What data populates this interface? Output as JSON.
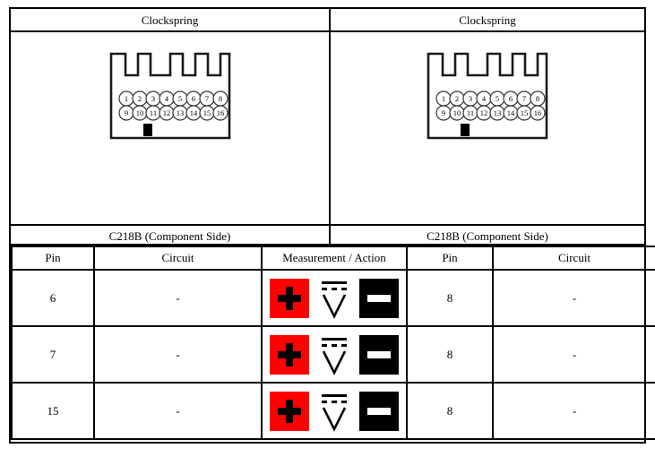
{
  "sheet": {
    "top_sections": [
      {
        "title": "Clockspring",
        "caption": "C218B (Component Side)",
        "connector": {
          "pins_top": [
            "1",
            "2",
            "3",
            "4",
            "5",
            "6",
            "7",
            "8"
          ],
          "pins_bottom": [
            "9",
            "10",
            "11",
            "12",
            "13",
            "14",
            "15",
            "16"
          ]
        }
      },
      {
        "title": "Clockspring",
        "caption": "C218B (Component Side)",
        "connector": {
          "pins_top": [
            "1",
            "2",
            "3",
            "4",
            "5",
            "6",
            "7",
            "8"
          ],
          "pins_bottom": [
            "9",
            "10",
            "11",
            "12",
            "13",
            "14",
            "15",
            "16"
          ]
        }
      }
    ],
    "table": {
      "headers": [
        "Pin",
        "Circuit",
        "Measurement / Action",
        "Pin",
        "Circuit"
      ],
      "rows": [
        {
          "pin_left": "6",
          "circuit_left": "-",
          "measurement": "dc-voltage-measurement",
          "pin_right": "8",
          "circuit_right": "-"
        },
        {
          "pin_left": "7",
          "circuit_left": "-",
          "measurement": "dc-voltage-measurement",
          "pin_right": "8",
          "circuit_right": "-"
        },
        {
          "pin_left": "15",
          "circuit_left": "-",
          "measurement": "dc-voltage-measurement",
          "pin_right": "8",
          "circuit_right": "-"
        }
      ]
    },
    "icon_meaning": {
      "positive_lead": "+",
      "negative_lead": "-",
      "meter": "V"
    },
    "colors": {
      "positive": "#ff0000",
      "negative": "#000000",
      "border": "#000000"
    }
  }
}
